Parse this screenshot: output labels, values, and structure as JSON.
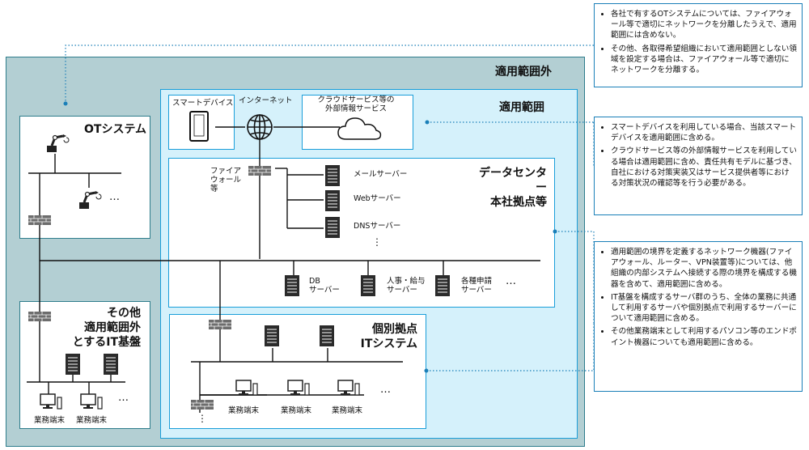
{
  "regions": {
    "outside_scope": "適用範囲外",
    "in_scope": "適用範囲",
    "datacenter": "データセンター\n本社拠点等",
    "branch": "個別拠点\nITシステム",
    "other_base": "その他\n適用範囲外\nとするIT基盤",
    "ot_system": "OTシステム"
  },
  "devices": {
    "smart_device": "スマートデバイス",
    "internet": "インターネット",
    "cloud": "クラウドサービス等の\n外部情報サービス",
    "firewall": "ファイア\nウォール\n等",
    "mail_server": "メールサーバー",
    "web_server": "Webサーバー",
    "dns_server": "DNSサーバー",
    "db_server": "DB\nサーバー",
    "hr_server": "人事・給与\nサーバー",
    "app_server": "各種申請\nサーバー",
    "terminal": "業務端末",
    "ellipsis": "…",
    "vellipsis": "⋮"
  },
  "notes": {
    "ot": [
      "各社で有するOTシステムについては、ファイアウォール等で適切にネットワークを分離したうえで、適用範囲には含めない。",
      "その他、各取得希望組織において適用範囲としない領域を設定する場合は、ファイアウォール等で適切にネットワークを分離する。"
    ],
    "smart": [
      "スマートデバイスを利用している場合、当該スマートデバイスを適用範囲に含める。",
      "クラウドサービス等の外部情報サービスを利用している場合は適用範囲に含め、責任共有モデルに基づき、自社における対策実装又はサービス提供者等における対策状況の確認等を行う必要がある。"
    ],
    "boundary": [
      "適用範囲の境界を定義するネットワーク機器(ファイアウォール、ルーター、VPN装置等)については、他組織の内部システムへ接続する際の境界を構成する機器を含めて、適用範囲に含める。",
      "IT基盤を構成するサーバ群のうち、全体の業務に共通して利用するサーバや個別拠点で利用するサーバーについて適用範囲に含める。",
      "その他業務端末として利用するパソコン等のエンドポイント機器についても適用範囲に含める。"
    ]
  },
  "colors": {
    "outer_bg": "#b3cfd3",
    "scope_bg": "#d5f1fb",
    "border": "#1a9ed9",
    "dotted": "#1a7fb8"
  }
}
